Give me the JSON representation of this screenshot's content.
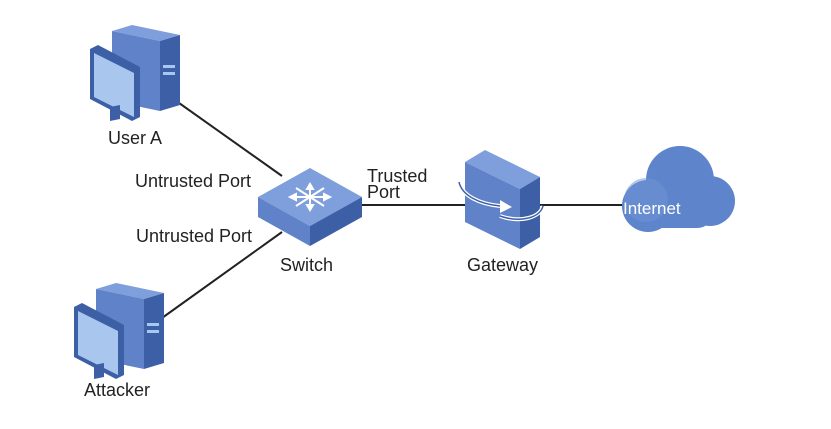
{
  "labels": {
    "user_a": "User A",
    "attacker": "Attacker",
    "switch": "Switch",
    "gateway": "Gateway",
    "internet": "Internet",
    "untrusted_port_top": "Untrusted Port",
    "untrusted_port_bottom": "Untrusted Port",
    "trusted_line1": "Trusted",
    "trusted_line2": "Port"
  },
  "colors": {
    "device_face": "#5f82c8",
    "device_top": "#7f9fdc",
    "device_dark": "#3d5fa5",
    "screen": "#a9c6ee",
    "line": "#222222",
    "cloud": "#5e84cb"
  },
  "icons": [
    "computer-icon",
    "switch-icon",
    "gateway-icon",
    "cloud-icon"
  ]
}
